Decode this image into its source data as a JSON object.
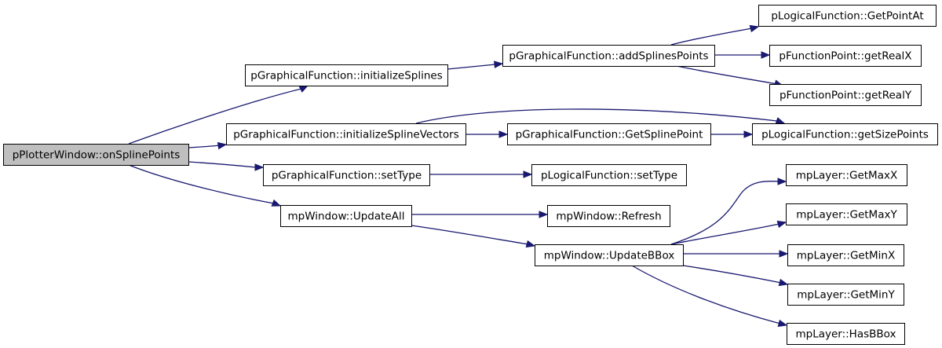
{
  "diagram": {
    "type": "call-graph",
    "colors": {
      "edge": "#191970",
      "node_fill": "#ffffff",
      "root_fill": "#bfbfbf",
      "node_border": "#000000"
    },
    "root": "pPlotterWindow::onSplinePoints",
    "nodes": [
      {
        "id": "n_root",
        "label": "pPlotterWindow::onSplinePoints",
        "root": true
      },
      {
        "id": "n_initSplines",
        "label": "pGraphicalFunction::initializeSplines"
      },
      {
        "id": "n_initSplineVectors",
        "label": "pGraphicalFunction::initializeSplineVectors"
      },
      {
        "id": "n_setTypeG",
        "label": "pGraphicalFunction::setType"
      },
      {
        "id": "n_updateAll",
        "label": "mpWindow::UpdateAll"
      },
      {
        "id": "n_addSplinesPoints",
        "label": "pGraphicalFunction::addSplinesPoints"
      },
      {
        "id": "n_getSplinePoint",
        "label": "pGraphicalFunction::GetSplinePoint"
      },
      {
        "id": "n_setTypeL",
        "label": "pLogicalFunction::setType"
      },
      {
        "id": "n_refresh",
        "label": "mpWindow::Refresh"
      },
      {
        "id": "n_updateBBox",
        "label": "mpWindow::UpdateBBox"
      },
      {
        "id": "n_getPointAt",
        "label": "pLogicalFunction::GetPointAt"
      },
      {
        "id": "n_getRealX",
        "label": "pFunctionPoint::getRealX"
      },
      {
        "id": "n_getRealY",
        "label": "pFunctionPoint::getRealY"
      },
      {
        "id": "n_getSizePoints",
        "label": "pLogicalFunction::getSizePoints"
      },
      {
        "id": "n_getMaxX",
        "label": "mpLayer::GetMaxX"
      },
      {
        "id": "n_getMaxY",
        "label": "mpLayer::GetMaxY"
      },
      {
        "id": "n_getMinX",
        "label": "mpLayer::GetMinX"
      },
      {
        "id": "n_getMinY",
        "label": "mpLayer::GetMinY"
      },
      {
        "id": "n_hasBBox",
        "label": "mpLayer::HasBBox"
      }
    ],
    "edges": [
      {
        "from": "n_root",
        "to": "n_initSplines"
      },
      {
        "from": "n_root",
        "to": "n_initSplineVectors"
      },
      {
        "from": "n_root",
        "to": "n_setTypeG"
      },
      {
        "from": "n_root",
        "to": "n_updateAll"
      },
      {
        "from": "n_initSplines",
        "to": "n_addSplinesPoints"
      },
      {
        "from": "n_addSplinesPoints",
        "to": "n_getPointAt"
      },
      {
        "from": "n_addSplinesPoints",
        "to": "n_getRealX"
      },
      {
        "from": "n_addSplinesPoints",
        "to": "n_getRealY"
      },
      {
        "from": "n_initSplineVectors",
        "to": "n_getSizePoints"
      },
      {
        "from": "n_initSplineVectors",
        "to": "n_getSplinePoint"
      },
      {
        "from": "n_getSplinePoint",
        "to": "n_getSizePoints"
      },
      {
        "from": "n_setTypeG",
        "to": "n_setTypeL"
      },
      {
        "from": "n_updateAll",
        "to": "n_refresh"
      },
      {
        "from": "n_updateAll",
        "to": "n_updateBBox"
      },
      {
        "from": "n_updateBBox",
        "to": "n_getMaxX"
      },
      {
        "from": "n_updateBBox",
        "to": "n_getMaxY"
      },
      {
        "from": "n_updateBBox",
        "to": "n_getMinX"
      },
      {
        "from": "n_updateBBox",
        "to": "n_getMinY"
      },
      {
        "from": "n_updateBBox",
        "to": "n_hasBBox"
      }
    ]
  }
}
